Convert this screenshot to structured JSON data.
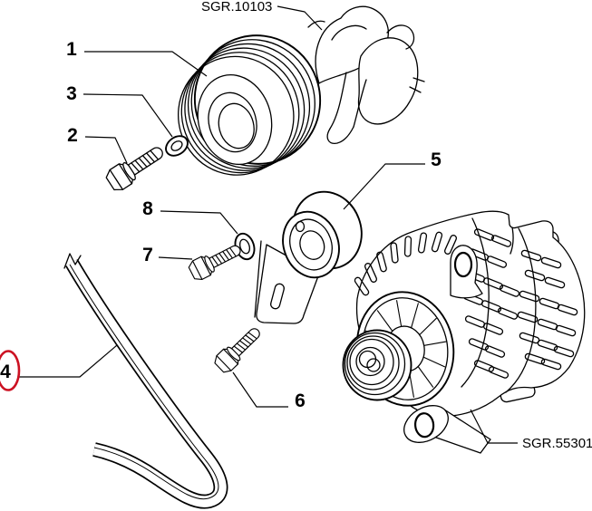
{
  "figure": {
    "background": "#ffffff",
    "line_color": "#000000",
    "highlight_color": "#cc1122",
    "ref_labels": {
      "crankshaft": "SGR.10103",
      "alternator": "SGR.55301"
    },
    "callouts": {
      "c1": "1",
      "c2": "2",
      "c3": "3",
      "c4": "4",
      "c5": "5",
      "c6": "6",
      "c7": "7",
      "c8": "8"
    },
    "highlighted_callout": "4"
  }
}
